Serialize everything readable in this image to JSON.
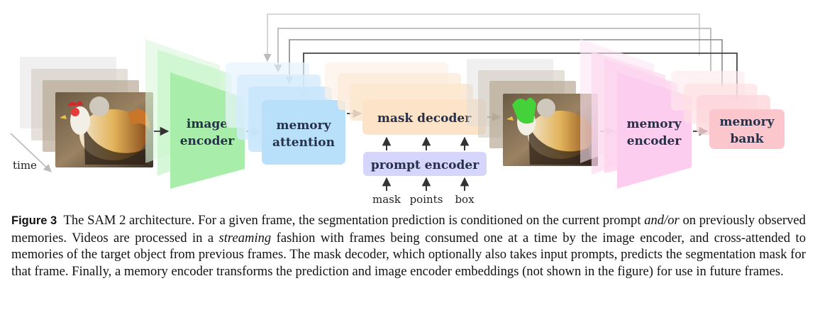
{
  "diagram": {
    "time_label": "time",
    "image_encoder": [
      "image",
      "encoder"
    ],
    "memory_attention": [
      "memory",
      "attention"
    ],
    "mask_decoder": "mask decoder",
    "prompt_encoder": "prompt encoder",
    "prompt_inputs": [
      "mask",
      "points",
      "box"
    ],
    "memory_encoder": [
      "memory",
      "encoder"
    ],
    "memory_bank": [
      "memory",
      "bank"
    ],
    "colors": {
      "image_encoder": "#a8eeaa",
      "memory_attention": "#b9e0fb",
      "mask_decoder": "#fde3c8",
      "prompt_encoder": "#d6d5fb",
      "memory_encoder": "#fccdee",
      "memory_bank": "#fcc7cc",
      "mask_overlay": "#44d13a"
    }
  },
  "caption": {
    "figure_label": "Figure 3",
    "seg1": "The SAM 2 architecture. For a given frame, the segmentation prediction is conditioned on the current prompt ",
    "seg2_italic": "and/or",
    "seg3": " on previously observed memories. Videos are processed in a ",
    "seg4_italic": "streaming",
    "seg5": " fashion with frames being consumed one at a time by the image encoder, and cross-attended to memories of the target object from previous frames. The mask decoder, which optionally also takes input prompts, predicts the segmentation mask for that frame. Finally, a memory encoder transforms the prediction and image encoder embeddings (not shown in the figure) for use in future frames."
  }
}
